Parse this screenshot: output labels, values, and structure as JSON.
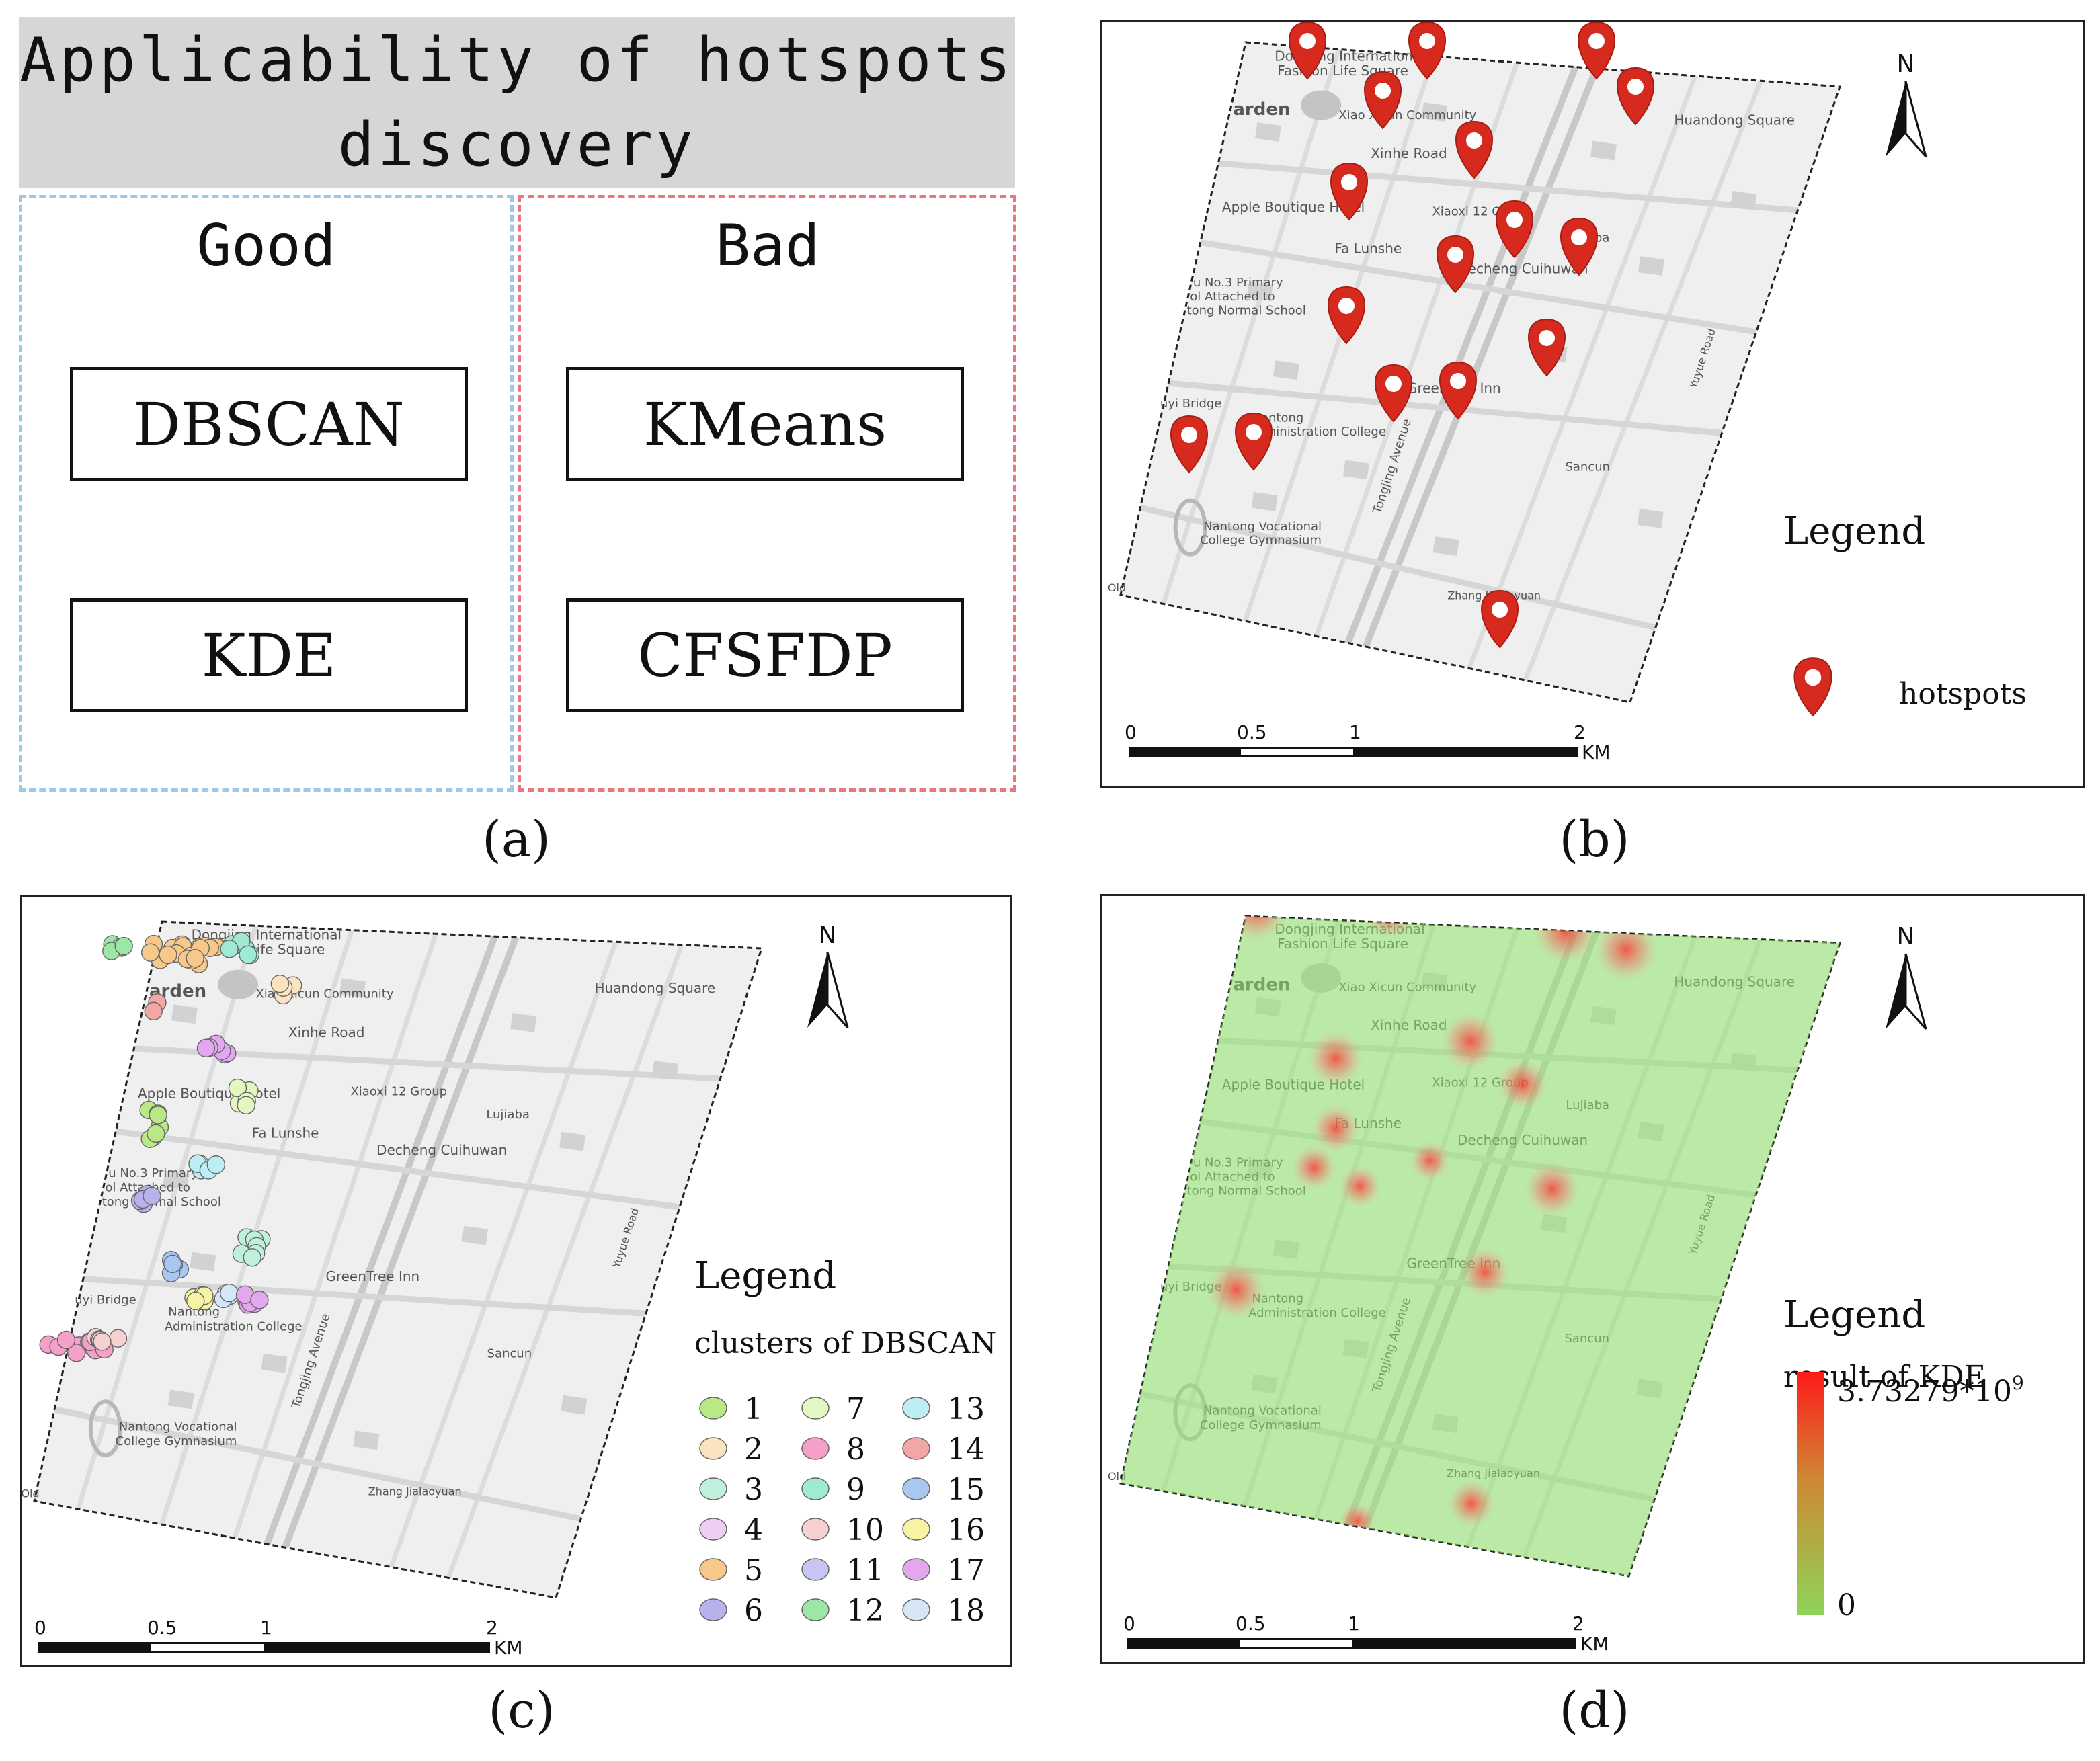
{
  "panel_a": {
    "title": "Applicability of hotspots discovery",
    "good_label": "Good",
    "bad_label": "Bad",
    "good_methods": [
      "DBSCAN",
      "KDE"
    ],
    "bad_methods": [
      "KMeans",
      "CFSFDP"
    ],
    "caption": "(a)"
  },
  "panel_b": {
    "caption": "(b)",
    "north": "N",
    "legend_title": "Legend",
    "legend_item": "hotspots"
  },
  "panel_c": {
    "caption": "(c)",
    "north": "N",
    "legend_title": "Legend",
    "legend_sub": "clusters of DBSCAN",
    "clusters": [
      {
        "id": "1",
        "color": "#b8e986"
      },
      {
        "id": "2",
        "color": "#fbe3c0"
      },
      {
        "id": "3",
        "color": "#bff0dc"
      },
      {
        "id": "4",
        "color": "#f0cdf3"
      },
      {
        "id": "5",
        "color": "#f6c98a"
      },
      {
        "id": "6",
        "color": "#b8b2ec"
      },
      {
        "id": "7",
        "color": "#e5f7c1"
      },
      {
        "id": "8",
        "color": "#f4a0c9"
      },
      {
        "id": "9",
        "color": "#9fead4"
      },
      {
        "id": "10",
        "color": "#f7d0cf"
      },
      {
        "id": "11",
        "color": "#c7c6f3"
      },
      {
        "id": "12",
        "color": "#9ee6a6"
      },
      {
        "id": "13",
        "color": "#bdeef6"
      },
      {
        "id": "14",
        "color": "#f2a6a6"
      },
      {
        "id": "15",
        "color": "#a9c8f1"
      },
      {
        "id": "16",
        "color": "#f6f3a3"
      },
      {
        "id": "17",
        "color": "#e3a7ef"
      },
      {
        "id": "18",
        "color": "#d5e7f7"
      }
    ]
  },
  "panel_d": {
    "caption": "(d)",
    "north": "N",
    "legend_title": "Legend",
    "legend_sub": "result of KDE",
    "max_label_base": "3.73279*10",
    "max_label_exp": "9",
    "min_label": "0"
  },
  "map": {
    "scale_labels": [
      "0",
      "0.5",
      "1",
      "2"
    ],
    "scale_unit": "KM",
    "places": {
      "dongjing": "Dongjing International",
      "fashion": "Fashion Life Square",
      "huandong": "Huandong Square",
      "garden": "arden",
      "xiaoxicun": "Xiao Xicun Community",
      "xinhe": "Xinhe Road",
      "xiaoxi12": "Xiaoxi 12 Group",
      "lujiaba": "Lujiaba",
      "apple": "Apple Boutique Hotel",
      "falunshe": "Fa Lunshe",
      "decheng": "Decheng Cuihuwan",
      "school1": "u No.3 Primary",
      "school2": "ol Attached to",
      "school3": "tong Normal School",
      "greentree": "GreenTree Inn",
      "yubridge": "uyi Bridge",
      "nantong1": "Nantong",
      "nantong2": "Administration College",
      "sancun": "Sancun",
      "vocational1": "Nantong Vocational",
      "vocational2": "College Gymnasium",
      "tongjing": "Tongjing Avenue",
      "zhang": "Zhang Jialaoyuan",
      "yuyue": "Yuyue Road",
      "old": "Old"
    }
  }
}
